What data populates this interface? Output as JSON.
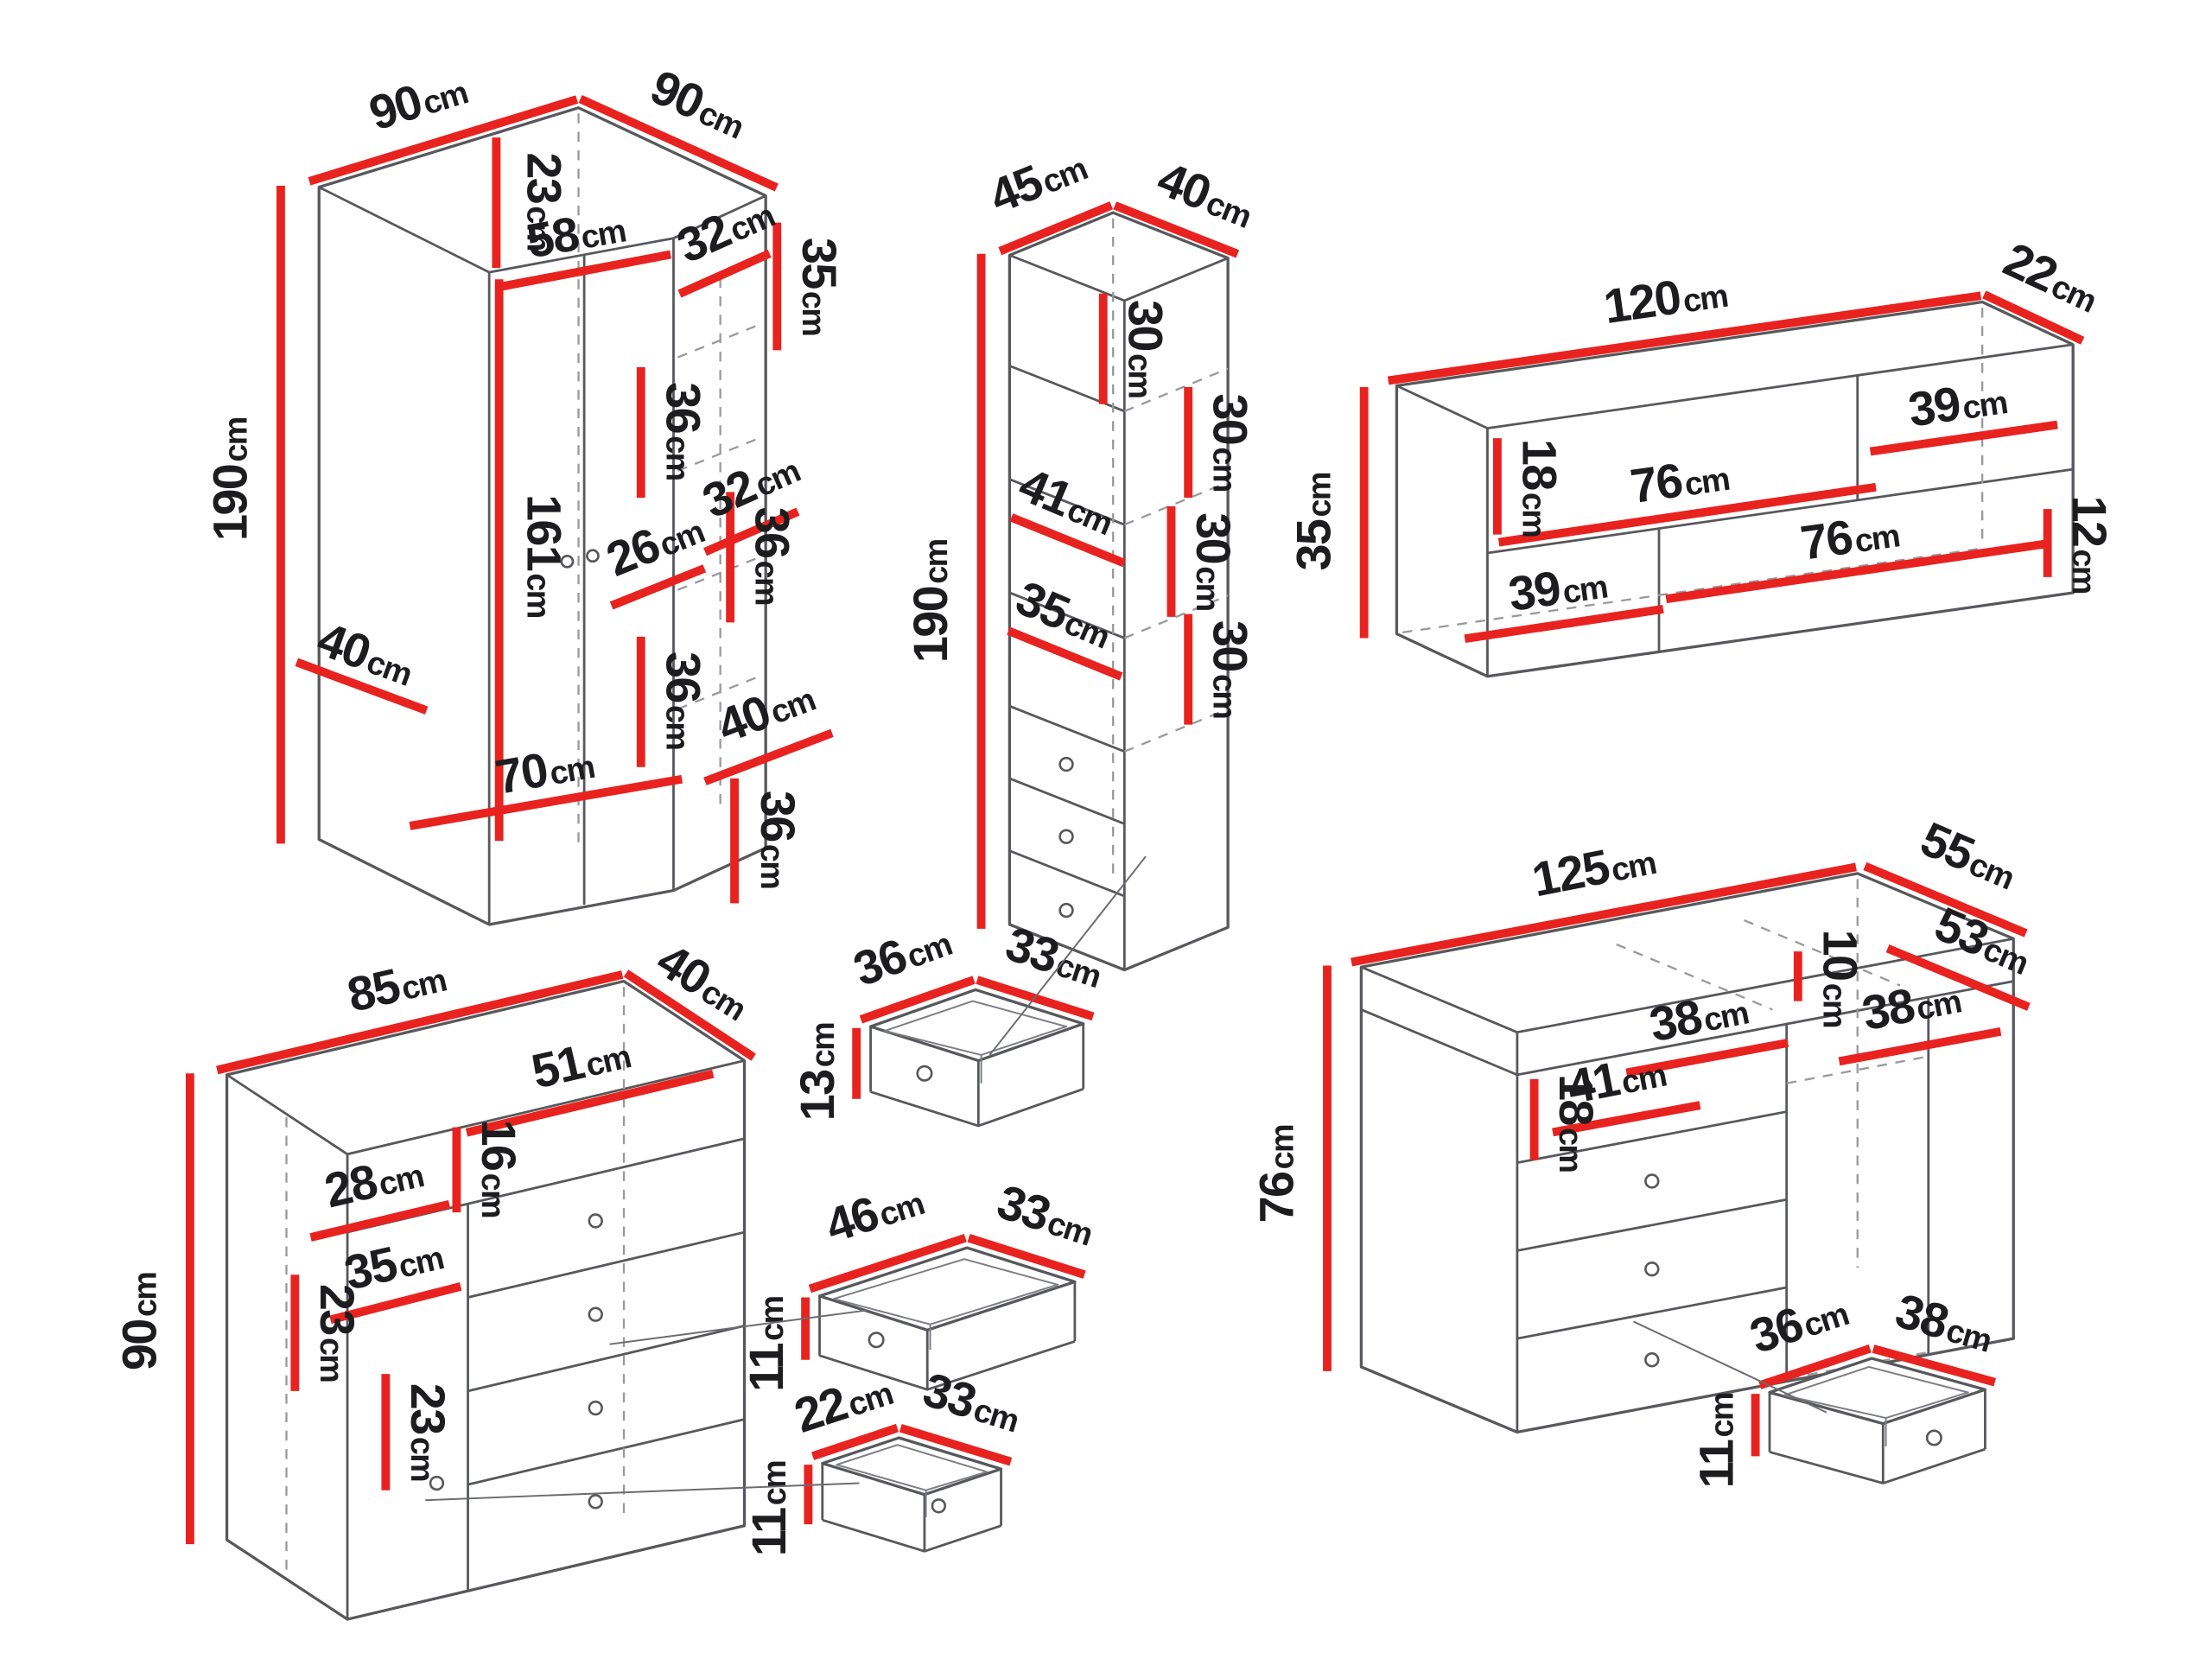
{
  "colors": {
    "dimension_line": "#e8231f",
    "outline": "#57585c",
    "dashed_line": "#97999c",
    "label_text": "#1d1d1f",
    "background": "#ffffff"
  },
  "pieces": {
    "corner_wardrobe": {
      "dims": [
        {
          "v": "90",
          "u": "cm"
        },
        {
          "v": "90",
          "u": "cm"
        },
        {
          "v": "190",
          "u": "cm"
        },
        {
          "v": "23",
          "u": "cm"
        },
        {
          "v": "58",
          "u": "cm"
        },
        {
          "v": "32",
          "u": "cm"
        },
        {
          "v": "35",
          "u": "cm"
        },
        {
          "v": "36",
          "u": "cm"
        },
        {
          "v": "32",
          "u": "cm"
        },
        {
          "v": "36",
          "u": "cm"
        },
        {
          "v": "26",
          "u": "cm"
        },
        {
          "v": "36",
          "u": "cm"
        },
        {
          "v": "161",
          "u": "cm"
        },
        {
          "v": "40",
          "u": "cm"
        },
        {
          "v": "70",
          "u": "cm"
        },
        {
          "v": "40",
          "u": "cm"
        },
        {
          "v": "36",
          "u": "cm"
        }
      ]
    },
    "bookcase": {
      "dims": [
        {
          "v": "45",
          "u": "cm"
        },
        {
          "v": "40",
          "u": "cm"
        },
        {
          "v": "190",
          "u": "cm"
        },
        {
          "v": "30",
          "u": "cm"
        },
        {
          "v": "30",
          "u": "cm"
        },
        {
          "v": "41",
          "u": "cm"
        },
        {
          "v": "30",
          "u": "cm"
        },
        {
          "v": "35",
          "u": "cm"
        },
        {
          "v": "30",
          "u": "cm"
        }
      ]
    },
    "tv_shelf": {
      "dims": [
        {
          "v": "120",
          "u": "cm"
        },
        {
          "v": "22",
          "u": "cm"
        },
        {
          "v": "35",
          "u": "cm"
        },
        {
          "v": "18",
          "u": "cm"
        },
        {
          "v": "39",
          "u": "cm"
        },
        {
          "v": "76",
          "u": "cm"
        },
        {
          "v": "76",
          "u": "cm"
        },
        {
          "v": "39",
          "u": "cm"
        },
        {
          "v": "12",
          "u": "cm"
        }
      ]
    },
    "chest": {
      "dims": [
        {
          "v": "85",
          "u": "cm"
        },
        {
          "v": "40",
          "u": "cm"
        },
        {
          "v": "90",
          "u": "cm"
        },
        {
          "v": "51",
          "u": "cm"
        },
        {
          "v": "16",
          "u": "cm"
        },
        {
          "v": "28",
          "u": "cm"
        },
        {
          "v": "35",
          "u": "cm"
        },
        {
          "v": "23",
          "u": "cm"
        },
        {
          "v": "23",
          "u": "cm"
        }
      ]
    },
    "desk": {
      "dims": [
        {
          "v": "125",
          "u": "cm"
        },
        {
          "v": "55",
          "u": "cm"
        },
        {
          "v": "53",
          "u": "cm"
        },
        {
          "v": "10",
          "u": "cm"
        },
        {
          "v": "38",
          "u": "cm"
        },
        {
          "v": "38",
          "u": "cm"
        },
        {
          "v": "41",
          "u": "cm"
        },
        {
          "v": "18",
          "u": "cm"
        },
        {
          "v": "76",
          "u": "cm"
        }
      ]
    },
    "drawer_a": {
      "dims": [
        {
          "v": "36",
          "u": "cm"
        },
        {
          "v": "33",
          "u": "cm"
        },
        {
          "v": "13",
          "u": "cm"
        }
      ]
    },
    "drawer_b": {
      "dims": [
        {
          "v": "46",
          "u": "cm"
        },
        {
          "v": "33",
          "u": "cm"
        },
        {
          "v": "11",
          "u": "cm"
        }
      ]
    },
    "drawer_c": {
      "dims": [
        {
          "v": "22",
          "u": "cm"
        },
        {
          "v": "33",
          "u": "cm"
        },
        {
          "v": "11",
          "u": "cm"
        }
      ]
    },
    "drawer_d": {
      "dims": [
        {
          "v": "36",
          "u": "cm"
        },
        {
          "v": "38",
          "u": "cm"
        },
        {
          "v": "11",
          "u": "cm"
        }
      ]
    }
  }
}
